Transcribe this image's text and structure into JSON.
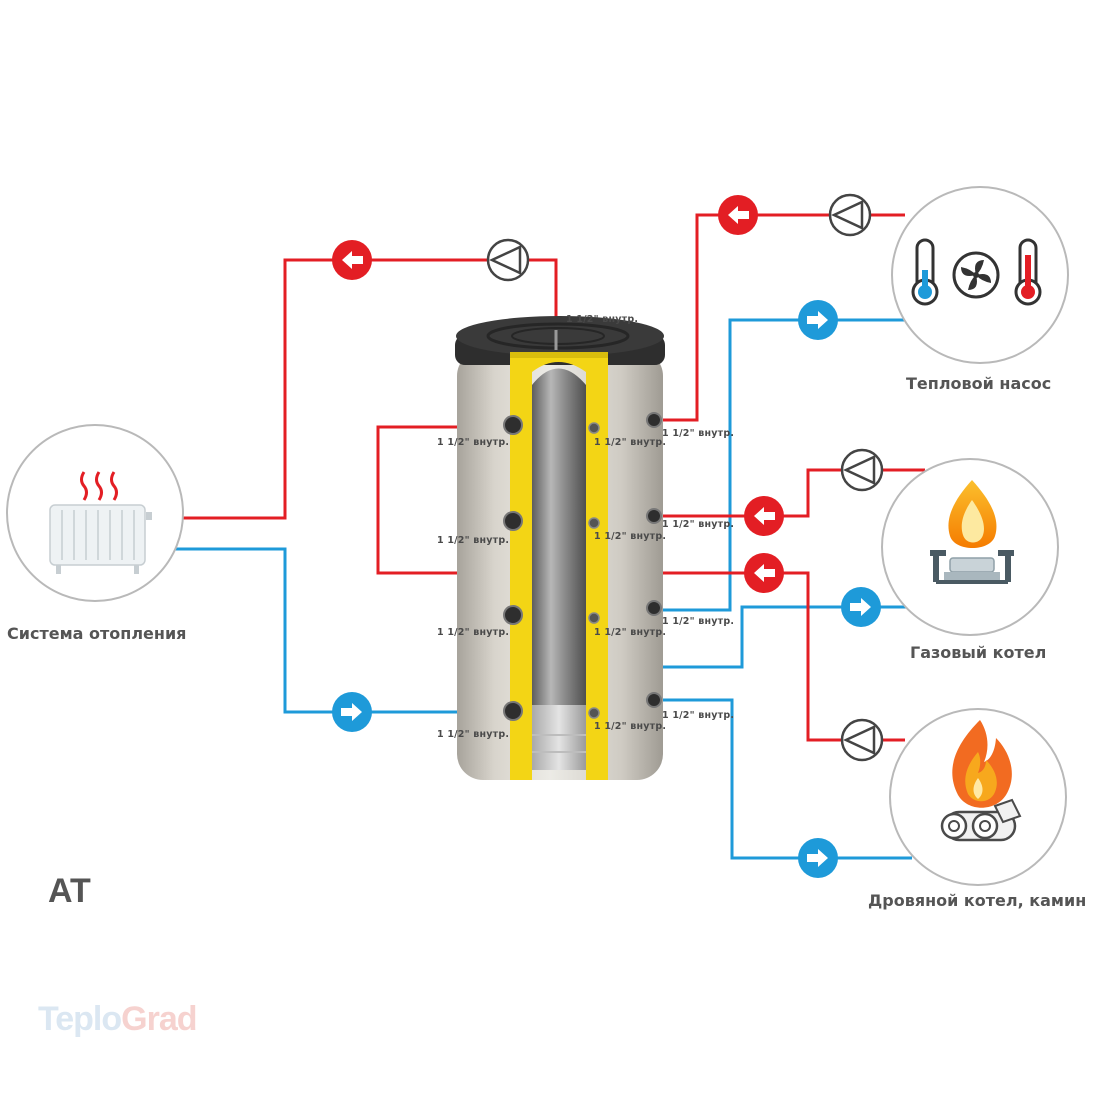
{
  "model": "AT",
  "watermark": {
    "part1": "Teplo",
    "part2": "Grad"
  },
  "port_label": "1 1/2\" внутр.",
  "devices": {
    "heating_system": {
      "label": "Система отопления",
      "icon": "radiator-icon"
    },
    "heat_pump": {
      "label": "Тепловой насос",
      "icon": "heat-pump-icon"
    },
    "gas_boiler": {
      "label": "Газовый котел",
      "icon": "gas-burner-icon"
    },
    "wood_boiler": {
      "label": "Дровяной котел, камин",
      "icon": "fire-logs-icon"
    }
  },
  "colors": {
    "hot_line": "#e31e24",
    "cold_line": "#1e9ad9",
    "insulation": "#f3d515",
    "label_gray": "#555555"
  }
}
